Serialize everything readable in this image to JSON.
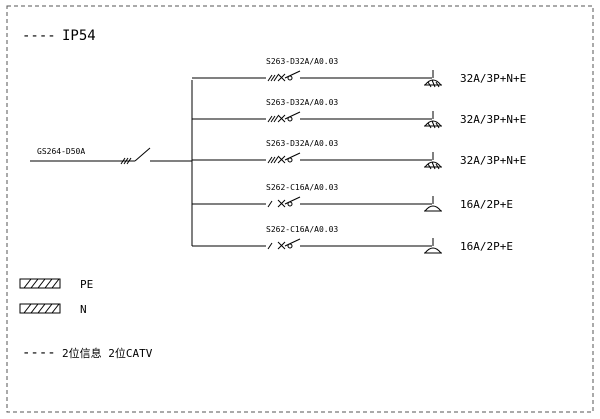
{
  "header": {
    "dash": "----",
    "title": "IP54"
  },
  "main_breaker": {
    "label": "GS264-D50A"
  },
  "circuits": [
    {
      "breaker": "S263-D32A/A0.03",
      "load": "32A/3P+N+E",
      "poles": 3
    },
    {
      "breaker": "S263-D32A/A0.03",
      "load": "32A/3P+N+E",
      "poles": 3
    },
    {
      "breaker": "S263-D32A/A0.03",
      "load": "32A/3P+N+E",
      "poles": 3
    },
    {
      "breaker": "S262-C16A/A0.03",
      "load": "16A/2P+E",
      "poles": 1
    },
    {
      "breaker": "S262-C16A/A0.03",
      "load": "16A/2P+E",
      "poles": 1
    }
  ],
  "legend": [
    {
      "label": "PE"
    },
    {
      "label": "N"
    }
  ],
  "footer": {
    "dash": "----",
    "text": "2位信息  2位CATV"
  }
}
